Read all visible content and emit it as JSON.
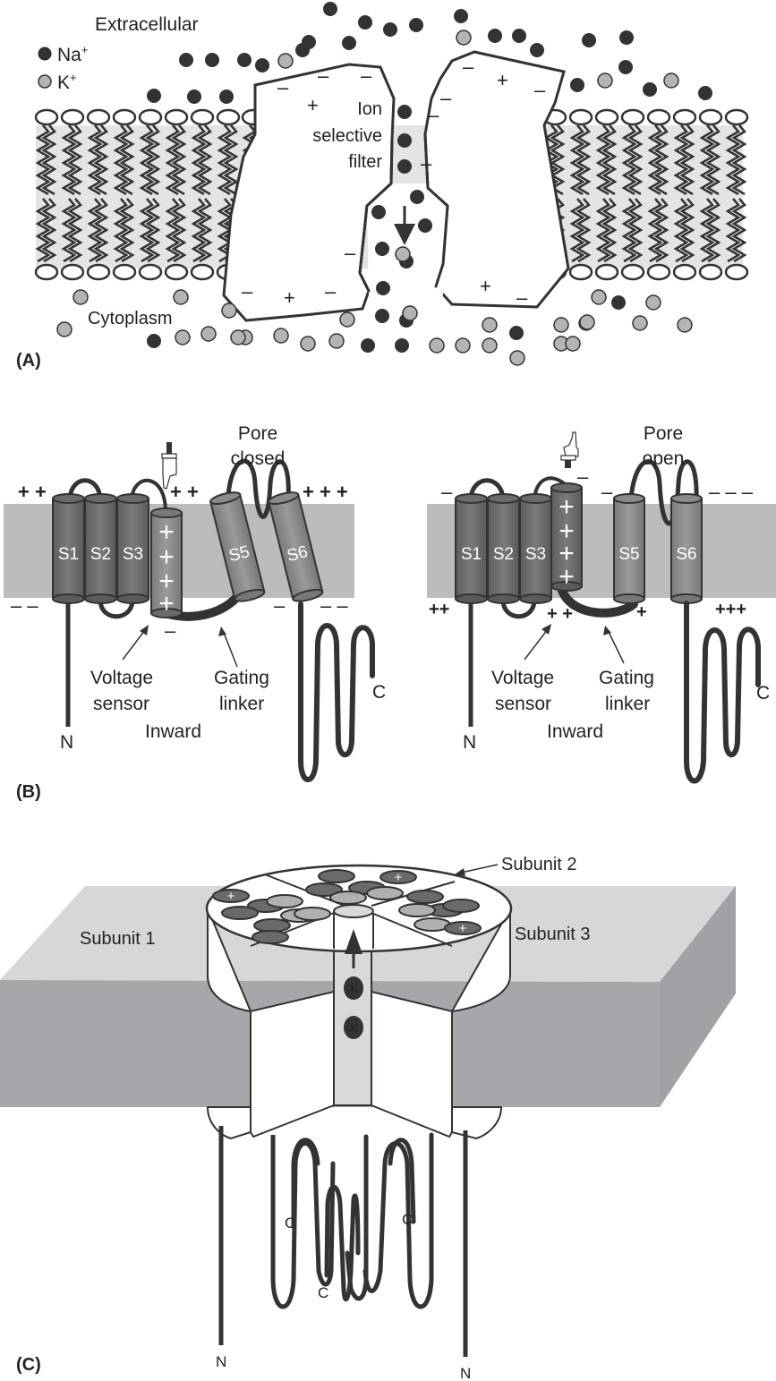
{
  "colors": {
    "ink": "#333333",
    "na_ion": "#333333",
    "k_ion": "#b4b4b4",
    "membrane_light": "#e3e4e6",
    "membrane_mid": "#bbbcbe",
    "helix_dark": "#707070",
    "helix_mid": "#8c8c8c",
    "slab_top": "#d5d7d9",
    "slab_side": "#a5a7aa"
  },
  "panel_a": {
    "label": "(A)",
    "extracellular": "Extracellular",
    "cytoplasm": "Cytoplasm",
    "legend": [
      {
        "ion": "Na",
        "sup": "+",
        "icon": "sodium-ion-icon"
      },
      {
        "ion": "K",
        "sup": "+",
        "icon": "potassium-ion-icon"
      }
    ],
    "filter_label": [
      "Ion",
      "selective",
      "filter"
    ],
    "flow_direction": "inward"
  },
  "panel_b": {
    "label": "(B)",
    "states": [
      {
        "pore_label": [
          "Pore",
          "closed"
        ],
        "helices": [
          "S1",
          "S2",
          "S3",
          "S5",
          "S6"
        ],
        "sensor_charges": [
          "+",
          "+",
          "+",
          "+"
        ],
        "top_charges_left": "+ +",
        "top_charges_mid": "+  +",
        "top_charges_right": "+ + +",
        "bottom_charges_left": "– –",
        "bottom_charges_mid": "–",
        "bottom_charges_right": "– –",
        "bottom_charge_s6": "–",
        "hand_direction": "down",
        "voltage_sensor": [
          "Voltage",
          "sensor"
        ],
        "gating_linker": [
          "Gating",
          "linker"
        ],
        "inward": "Inward",
        "n_term": "N",
        "c_term": "C"
      },
      {
        "pore_label": [
          "Pore",
          "open"
        ],
        "helices": [
          "S1",
          "S2",
          "S3",
          "S5",
          "S6"
        ],
        "sensor_charges": [
          "+",
          "+",
          "+",
          "+"
        ],
        "top_charges_left": "–",
        "top_charges_mid": "–",
        "top_charges_sensor": "–",
        "top_charges_right": "– – –",
        "bottom_charges_left": "++",
        "bottom_charges_mid": "+ +",
        "bottom_charge_s5": "+",
        "bottom_charges_right": "+++",
        "hand_direction": "up",
        "voltage_sensor": [
          "Voltage",
          "sensor"
        ],
        "gating_linker": [
          "Gating",
          "linker"
        ],
        "inward": "Inward",
        "n_term": "N",
        "c_term": "C"
      }
    ]
  },
  "panel_c": {
    "label": "(C)",
    "subunits": [
      "Subunit 1",
      "Subunit 2",
      "Subunit 3"
    ],
    "pore_ion": "K",
    "plus_sign": "+",
    "c_terms": [
      "C",
      "C",
      "C"
    ],
    "n_terms": [
      "N",
      "N"
    ],
    "flow_direction": "outward"
  }
}
